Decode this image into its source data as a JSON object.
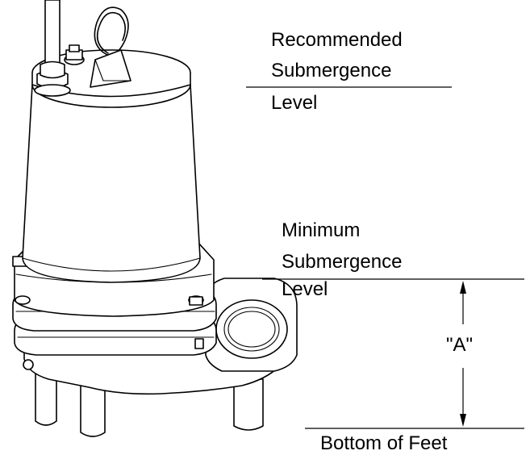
{
  "labels": {
    "recommended": [
      "Recommended",
      "Submergence",
      "Level"
    ],
    "minimum": [
      "Minimum",
      "Submergence",
      "Level"
    ],
    "dimension": "\"A\"",
    "bottom": "Bottom of Feet"
  },
  "colors": {
    "ink": "#000000",
    "background": "#ffffff"
  }
}
